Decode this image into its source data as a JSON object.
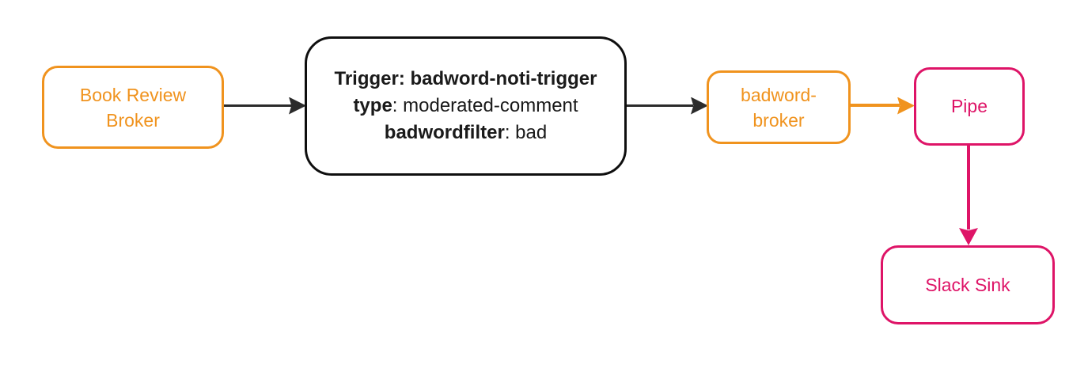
{
  "colors": {
    "orange": "#F0931E",
    "pink": "#DE1467",
    "black_node_border": "#0F0F0F",
    "arrow_black": "#2B2B2B"
  },
  "nodes": {
    "book_review_broker": {
      "label": "Book Review Broker"
    },
    "trigger": {
      "line1_bold": "Trigger: badword-noti-trigger",
      "line2_bold": "type",
      "line2_rest": ": moderated-comment",
      "line3_bold": "badwordfilter",
      "line3_rest": ": bad"
    },
    "badword_broker": {
      "label": "badword-broker"
    },
    "pipe": {
      "label": "Pipe"
    },
    "slack_sink": {
      "label": "Slack Sink"
    }
  },
  "edges": [
    {
      "from": "book_review_broker",
      "to": "trigger",
      "color": "black",
      "direction": "right"
    },
    {
      "from": "trigger",
      "to": "badword_broker",
      "color": "black",
      "direction": "right"
    },
    {
      "from": "badword_broker",
      "to": "pipe",
      "color": "orange",
      "direction": "right"
    },
    {
      "from": "pipe",
      "to": "slack_sink",
      "color": "pink",
      "direction": "down"
    }
  ]
}
